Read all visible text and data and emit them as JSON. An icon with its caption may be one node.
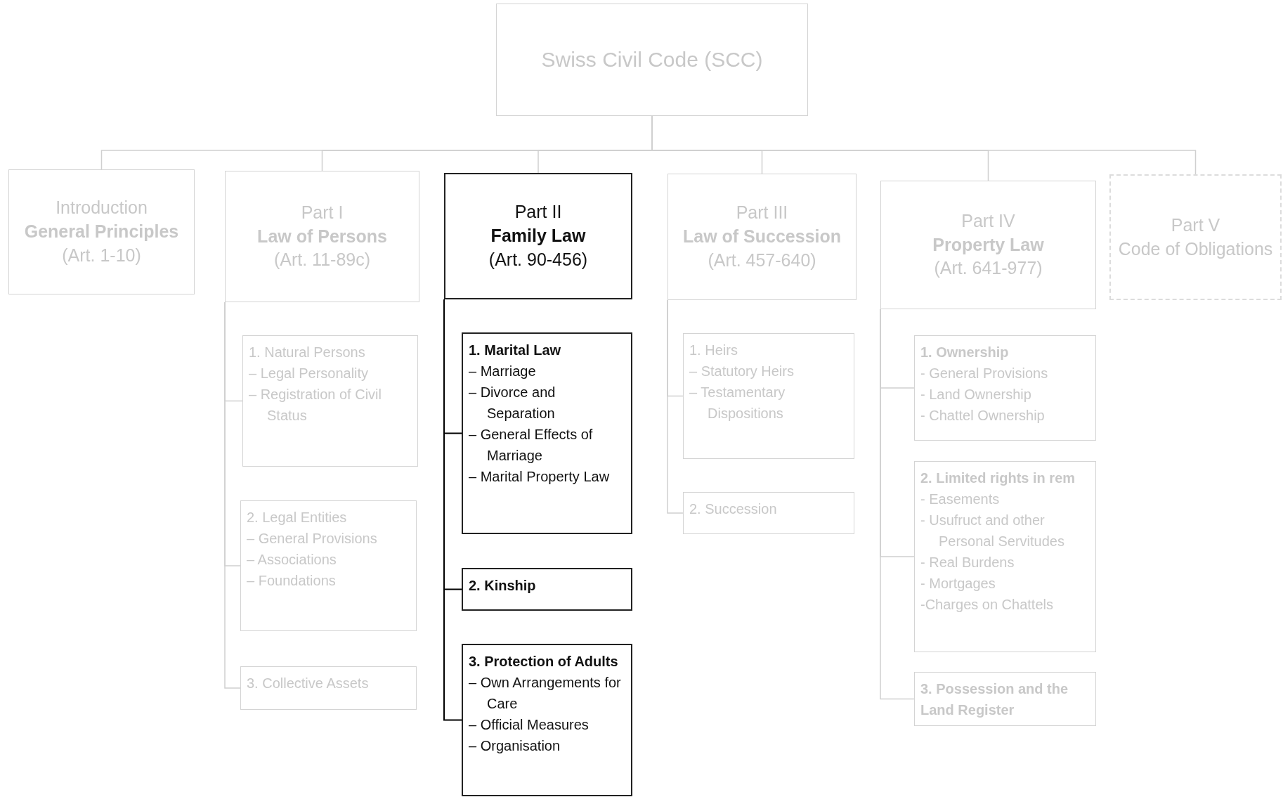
{
  "diagram": {
    "nodes": [
      {
        "text": [
          "Swiss Civil Code (SCC)"
        ]
      },
      {
        "text": [
          "Introduction",
          "General Principles",
          "(Art. 1-10)"
        ]
      },
      {
        "text": [
          "Part I",
          "Law of Persons",
          "(Art. 11-89c)"
        ]
      },
      {
        "text": [
          "Part II",
          "Family Law",
          "(Art. 90-456)"
        ]
      },
      {
        "text": [
          "Part III",
          "Law of Succession",
          "(Art. 457-640)"
        ]
      },
      {
        "text": [
          "Part IV",
          "Property Law",
          "(Art. 641-977)"
        ]
      },
      {
        "text": [
          "Part V",
          "Code of Obligations"
        ]
      },
      {
        "text": [
          "1. Natural Persons",
          "– Legal Personality",
          "– Registration of Civil Status"
        ]
      },
      {
        "text": [
          "2. Legal Entities",
          "– General Provisions",
          "– Associations",
          "– Foundations"
        ]
      },
      {
        "text": [
          "3. Collective Assets"
        ]
      },
      {
        "text": [
          "1. Marital Law",
          "– Marriage",
          "– Divorce and Separation",
          "– General Effects of Marriage",
          "– Marital Property Law"
        ]
      },
      {
        "text": [
          "2. Kinship"
        ]
      },
      {
        "text": [
          "3. Protection of Adults",
          "– Own Arrangements for Care",
          "– Official Measures",
          "– Organisation"
        ]
      },
      {
        "text": [
          "1. Heirs",
          "– Statutory Heirs",
          "– Testamentary Dispositions"
        ]
      },
      {
        "text": [
          "2. Succession"
        ]
      },
      {
        "text": [
          "1. Ownership",
          "- General Provisions",
          "- Land Ownership",
          "- Chattel Ownership"
        ]
      },
      {
        "text": [
          "2. Limited rights in rem",
          "- Easements",
          "- Usufruct and other Personal Servitudes",
          "- Real Burdens",
          "- Mortgages",
          "-Charges on Chattels"
        ]
      },
      {
        "text": [
          "3. Possession and the Land Register"
        ]
      }
    ],
    "edges": [
      {
        "from": 0,
        "to": 1,
        "arrow": "none"
      },
      {
        "from": 0,
        "to": 2,
        "arrow": "none"
      },
      {
        "from": 0,
        "to": 3,
        "arrow": "none"
      },
      {
        "from": 0,
        "to": 4,
        "arrow": "none"
      },
      {
        "from": 0,
        "to": 5,
        "arrow": "none"
      },
      {
        "from": 0,
        "to": 6,
        "arrow": "none"
      },
      {
        "from": 2,
        "to": 7,
        "arrow": "none"
      },
      {
        "from": 2,
        "to": 8,
        "arrow": "none"
      },
      {
        "from": 2,
        "to": 9,
        "arrow": "none"
      },
      {
        "from": 3,
        "to": 10,
        "arrow": "none",
        "color": "#000000"
      },
      {
        "from": 3,
        "to": 11,
        "arrow": "none",
        "color": "#000000"
      },
      {
        "from": 3,
        "to": 12,
        "arrow": "none",
        "color": "#000000"
      },
      {
        "from": 4,
        "to": 13,
        "arrow": "none"
      },
      {
        "from": 4,
        "to": 14,
        "arrow": "none"
      },
      {
        "from": 5,
        "to": 15,
        "arrow": "none"
      },
      {
        "from": 5,
        "to": 16,
        "arrow": "none"
      },
      {
        "from": 5,
        "to": 17,
        "arrow": "none"
      }
    ]
  }
}
